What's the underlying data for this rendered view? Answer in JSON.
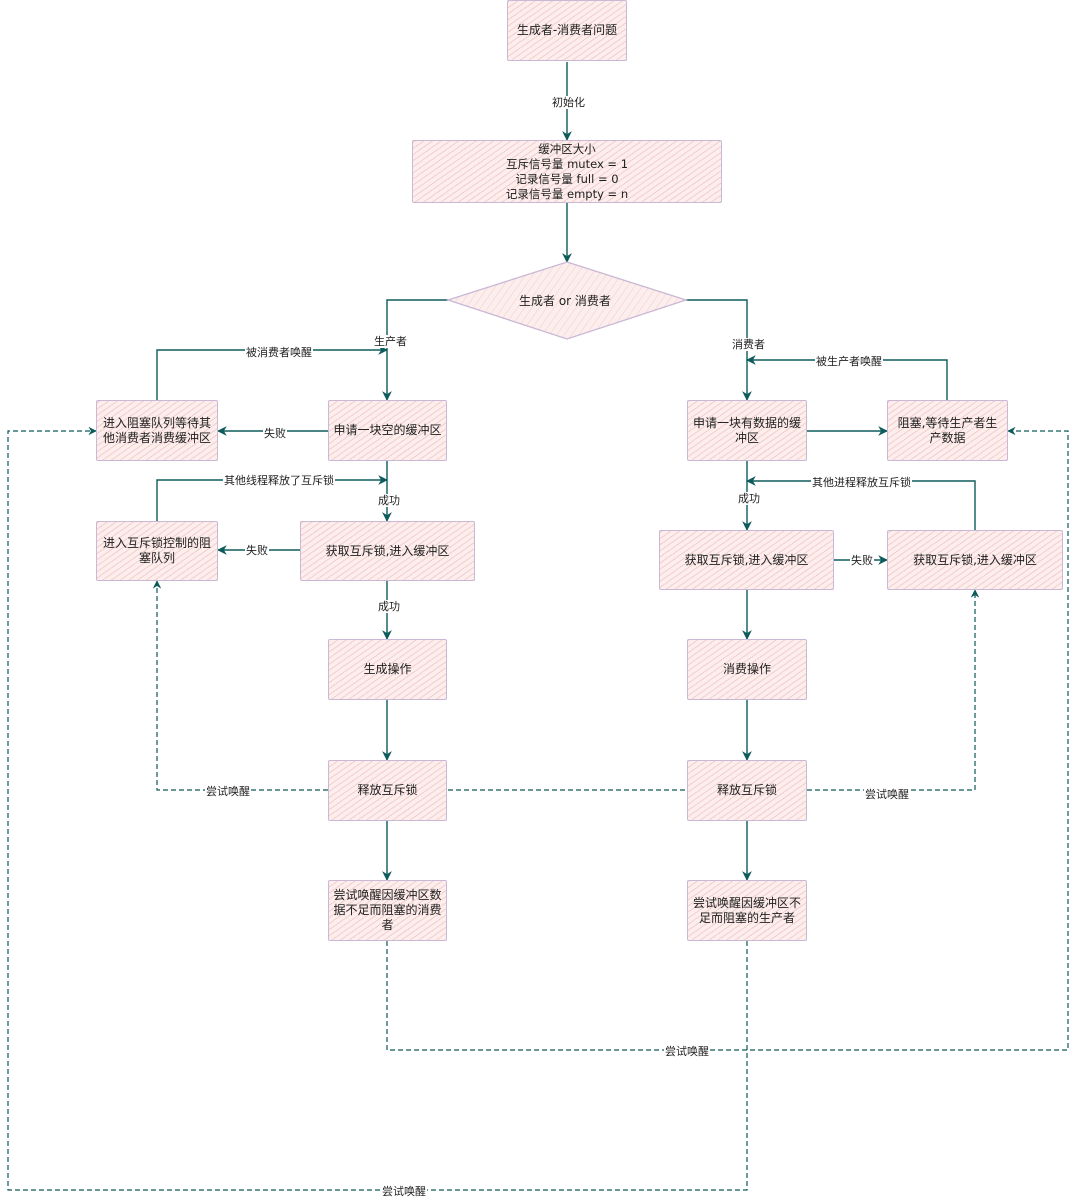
{
  "nodes": {
    "title": "生成者-消费者问题",
    "init": "缓冲区大小\n互斥信号量 mutex = 1\n记录信号量 full = 0\n记录信号量 empty = n",
    "decision": "生成者 or 消费者",
    "p_block_buf": "进入阻塞队列等待其他消费者消费缓冲区",
    "p_request": "申请一块空的缓冲区",
    "p_block_mutex": "进入互斥锁控制的阻塞队列",
    "p_get_mutex": "获取互斥锁,进入缓冲区",
    "p_op": "生成操作",
    "p_release": "释放互斥锁",
    "p_wake": "尝试唤醒因缓冲区数据不足而阻塞的消费者",
    "c_request": "申请一块有数据的缓冲区",
    "c_block_buf": "阻塞,等待生产者生产数据",
    "c_get_mutex": "获取互斥锁,进入缓冲区",
    "c_block_mutex": "获取互斥锁,进入缓冲区",
    "c_op": "消费操作",
    "c_release": "释放互斥锁",
    "c_wake": "尝试唤醒因缓冲区不足而阻塞的生产者"
  },
  "labels": {
    "init_edge": "初始化",
    "producer": "生产者",
    "consumer": "消费者",
    "woken_by_consumer": "被消费者唤醒",
    "woken_by_producer": "被生产者唤醒",
    "p_fail1": "失败",
    "p_success1": "成功",
    "p_other_release": "其他线程释放了互斥锁",
    "p_fail2": "失败",
    "p_success2": "成功",
    "c_success": "成功",
    "c_other_release": "其他进程释放互斥锁",
    "c_fail": "失败",
    "try_wake_left": "尝试唤醒",
    "try_wake_right": "尝试唤醒",
    "try_wake_bottom1": "尝试唤醒",
    "try_wake_bottom2": "尝试唤醒"
  },
  "colors": {
    "edge": "#0e5b5b",
    "node_border": "#c9b8d6",
    "node_fill": "#fbeeed",
    "hatch": "#e89696"
  }
}
